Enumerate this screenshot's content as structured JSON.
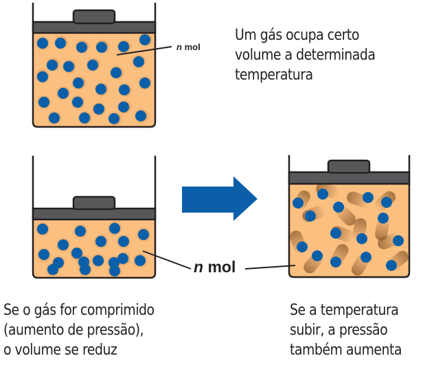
{
  "colors": {
    "gas": "#fbbf80",
    "molecule": "#0a5fa8",
    "lid": "#58585a",
    "outline": "#231f20",
    "arrow": "#0a5fa8",
    "trail": "#8a5a2c"
  },
  "top": {
    "label_n": "n",
    "label_mol": "mol",
    "caption_lines": [
      "Um gás ocupa certo",
      "volume a determinada",
      "temperatura"
    ]
  },
  "bottom_left": {
    "caption_lines": [
      "Se o gás for comprimido",
      "(aumento de pressão),",
      "o volume se reduz"
    ]
  },
  "bottom_right": {
    "caption_lines": [
      "Se a temperatura",
      "subir, a pressão",
      "também aumenta"
    ]
  },
  "shared_label": {
    "label_n": "n",
    "label_mol": "mol"
  },
  "arrow": {
    "direction": "right",
    "icon": "right-arrow-icon"
  }
}
